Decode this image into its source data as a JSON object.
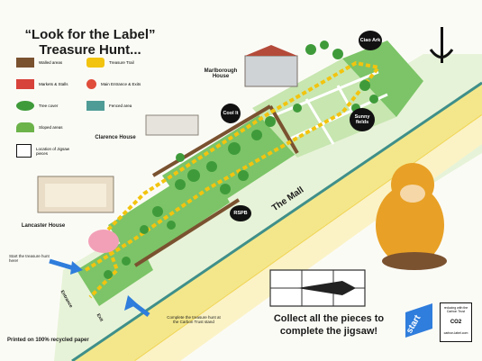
{
  "title": {
    "line1": "“Look for the Label”",
    "line2": "Treasure Hunt..."
  },
  "legend": {
    "items": [
      {
        "label": "Walled areas",
        "icon": "walled-area-swatch",
        "color": "#7a5230"
      },
      {
        "label": "Treasure Trail",
        "icon": "footprints-icon",
        "color": "#f2c40f"
      },
      {
        "label": "Markets & Stalls",
        "icon": "market-stall-icon",
        "color": "#d7423a"
      },
      {
        "label": "Main Entrance & Exits",
        "icon": "footprint-entrance-icon",
        "color": "#e04d3b"
      },
      {
        "label": "Tree cover",
        "icon": "tree-icon",
        "color": "#3f9b3a"
      },
      {
        "label": "Fenced area",
        "icon": "fenced-area-swatch",
        "color": "#4f9c97"
      },
      {
        "label": "Sloped areas",
        "icon": "slope-icon",
        "color": "#6cb34a"
      },
      {
        "label": "Location of Jigsaw pieces",
        "icon": "jigsaw-location-icon",
        "color": "#111111"
      }
    ]
  },
  "buildings": {
    "marlborough": "Marlborough House",
    "clarence": "Clarence House",
    "lancaster": "Lancaster House"
  },
  "bubbles": {
    "ciao": "Ciao Ark",
    "cool": "Cool It",
    "sunny": "Sunny fields",
    "rspb": "RSPB"
  },
  "road": {
    "name": "The Mall"
  },
  "labels": {
    "start_hint": "Start the treasure hunt here!",
    "entrance": "Entrance",
    "exit": "Exit",
    "complete": "Complete the treasure hunt at the Carbon Trust stand",
    "recycled": "Printed on 100% recycled paper",
    "cta_line1": "Collect all the pieces to",
    "cta_line2": "complete the jigsaw!",
    "start": "start",
    "co2_top": "reducing with the Carbon Trust",
    "co2_mid": "CO2",
    "co2_bottom": "carbon-label.com"
  },
  "colors": {
    "park": "#7cc467",
    "park_light": "#c7e6b0",
    "trail": "#f2c40f",
    "wall": "#7a5230",
    "road": "#f4e78b",
    "road_edge": "#3f8f8a",
    "arrow": "#2f7ddc",
    "badge": "#2f7ddc",
    "monkey": "#e8a126"
  }
}
